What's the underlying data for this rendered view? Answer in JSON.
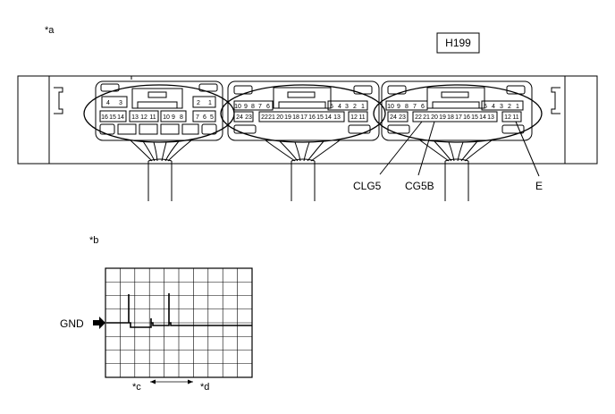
{
  "labels": {
    "view_a": "*a",
    "view_b": "*b",
    "connector_id": "H199",
    "clg5": "CLG5",
    "cg5b": "CG5B",
    "e": "E",
    "gnd": "GND",
    "mark_c": "*c",
    "mark_d": "*d"
  },
  "connectors": {
    "left": {
      "top": [
        "4",
        "3",
        "2",
        "1"
      ],
      "bottom": [
        "16",
        "15",
        "14",
        "13",
        "12",
        "11",
        "10",
        "9",
        "8",
        "7",
        "6",
        "5"
      ]
    },
    "middle": {
      "top": [
        "10",
        "9",
        "8",
        "7",
        "6",
        "5",
        "4",
        "3",
        "2",
        "1"
      ],
      "bottom": [
        "24",
        "23",
        "22",
        "21",
        "20",
        "19",
        "18",
        "17",
        "16",
        "15",
        "14",
        "13",
        "12",
        "11"
      ]
    },
    "right": {
      "top": [
        "10",
        "9",
        "8",
        "7",
        "6",
        "5",
        "4",
        "3",
        "2",
        "1"
      ],
      "bottom": [
        "24",
        "23",
        "22",
        "21",
        "20",
        "19",
        "18",
        "17",
        "16",
        "15",
        "14",
        "13",
        "12",
        "11"
      ]
    }
  },
  "colors": {
    "line": "#000000",
    "scope_bg": "#ffffff"
  }
}
